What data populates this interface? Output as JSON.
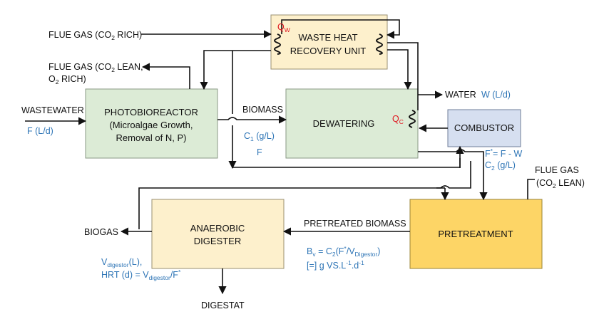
{
  "colors": {
    "box_green": "#dcebd6",
    "box_cream": "#fdf0cc",
    "box_blue": "#d6dff0",
    "box_gold": "#fdd566",
    "accent_blue": "#2e75b6",
    "accent_red": "#e0141e"
  },
  "boxes": {
    "photobioreactor": {
      "line1": "PHOTOBIOREACTOR",
      "line2": "(Microalgae Growth,",
      "line3": "Removal of N, P)"
    },
    "dewatering": {
      "label": "DEWATERING"
    },
    "waste_heat": {
      "line1": "WASTE HEAT",
      "line2": "RECOVERY UNIT"
    },
    "combustor": {
      "label": "COMBUSTOR"
    },
    "pretreatment": {
      "label": "PRETREATMENT"
    },
    "digester": {
      "line1": "ANAEROBIC",
      "line2": "DIGESTER"
    }
  },
  "labels": {
    "flue_gas_rich_a": "FLUE GAS (CO",
    "flue_gas_rich_sub": "2",
    "flue_gas_rich_b": " RICH)",
    "flue_gas_lean_a": "FLUE GAS (CO",
    "flue_gas_lean_sub": "2",
    "flue_gas_lean_b": " LEAN,",
    "o2_rich_a": "O",
    "o2_rich_sub": "2",
    "o2_rich_b": " RICH)",
    "wastewater": "WASTEWATER",
    "f_flow": "F (L/d)",
    "biomass": "BIOMASS",
    "c1_a": "C",
    "c1_sub": "1",
    "c1_b": " (g/L)",
    "f_label": "F",
    "water": "WATER",
    "w_flow": "W (L/d)",
    "qw_a": "Q",
    "qw_sub": "W",
    "qc_a": "Q",
    "qc_sub": "C",
    "fstar_eq": "F",
    "fstar_eq_sup": "*",
    "fstar_eq_b": "= F - W",
    "c2_a": "C",
    "c2_sub": "2",
    "c2_b": " (g/L)",
    "flue_gas_out": "FLUE GAS",
    "co2_lean_a": "(CO",
    "co2_lean_sub": "2",
    "co2_lean_b": " LEAN)",
    "pretreated_biomass": "PRETREATED BIOMASS",
    "biogas": "BIOGAS",
    "digestate": "DIGESTAT",
    "bv_a": "B",
    "bv_sub": "v",
    "bv_b": " = C",
    "bv_sub2": "2",
    "bv_c": "(F",
    "bv_sup": "*",
    "bv_d": "/V",
    "bv_sub3": "Digestor",
    "bv_e": ")",
    "units_a": "[=]  g VS.L",
    "units_sup1": "-1",
    "units_b": ".d",
    "units_sup2": "-1",
    "vd_a": "V",
    "vd_sub": "digestor",
    "vd_b": "(L),",
    "hrt_a": "HRT (d) = V",
    "hrt_sub": "digestor",
    "hrt_b": "/F",
    "hrt_sup": "*"
  }
}
